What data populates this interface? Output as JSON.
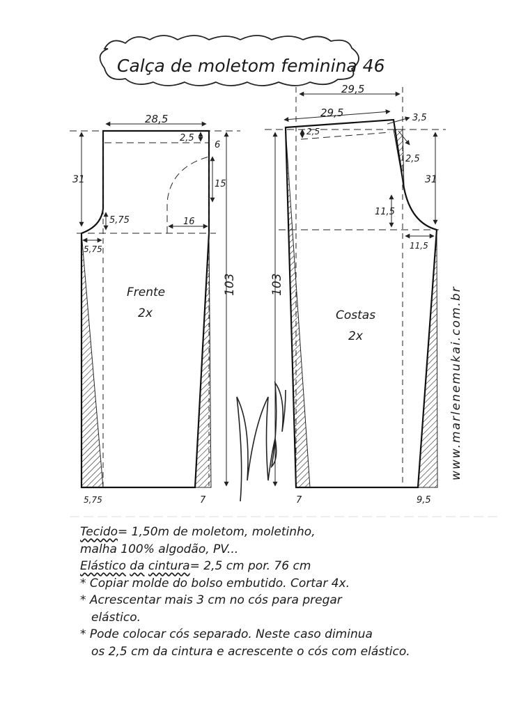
{
  "title": "Calça de moletom feminina 46",
  "front": {
    "label": "Frente",
    "count": "2x",
    "dims": {
      "width": "28,5",
      "waistband": "2,5",
      "top_offset": "6",
      "pocket_height": "15",
      "pocket_width": "16",
      "crotch_depth": "31",
      "crotch_ext_v": "5,75",
      "crotch_ext_h": "5,75",
      "length": "103",
      "hem_left": "5,75",
      "hem_right": "7"
    }
  },
  "back": {
    "label": "Costas",
    "count": "2x",
    "dims": {
      "width_top": "29,5",
      "width_waist": "29,5",
      "rise": "3,5",
      "waistband": "2,5",
      "dart": "2,5",
      "crotch_depth": "31",
      "crotch_ext_v": "11,5",
      "crotch_ext_h": "11,5",
      "length": "103",
      "hem_left": "7",
      "hem_right": "9,5"
    }
  },
  "website": "www.marlenemukai.com.br",
  "signature": "Marlene Mukai",
  "notes": {
    "fabric_label": "Tecido",
    "fabric_value": "= 1,50m  de moletom, moletinho,",
    "fabric_line2": "malha 100% algodão, PV...",
    "elastic_label_1": "Elástico",
    "elastic_label_2": "da",
    "elastic_label_3": "cintura",
    "elastic_value": "= 2,5 cm por. 76 cm",
    "item1": "* Copiar molde do bolso embutido. Cortar 4x.",
    "item2": "* Acrescentar mais 3 cm no cós para pregar",
    "item2b": "elástico.",
    "item3": "* Pode colocar cós separado. Neste caso diminua",
    "item3b": "os 2,5 cm da cintura e acrescente o cós com elástico."
  }
}
